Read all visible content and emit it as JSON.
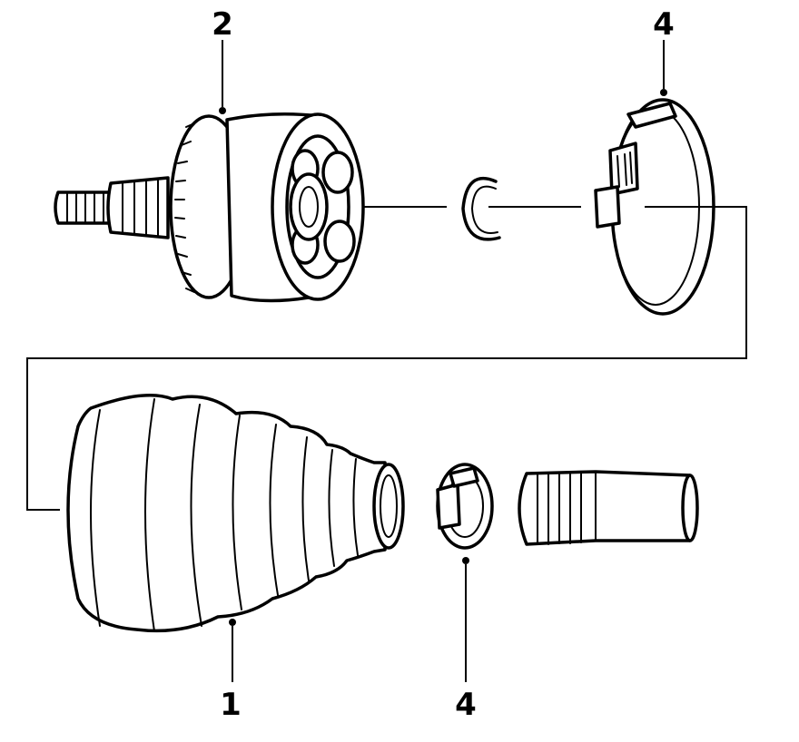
{
  "callouts": {
    "top_left": "2",
    "top_right": "4",
    "bottom_left": "1",
    "bottom_right": "4"
  },
  "parts": [
    {
      "icon": "cv-joint-outer-icon",
      "callout": "2"
    },
    {
      "icon": "circlip-icon"
    },
    {
      "icon": "large-boot-clamp-icon",
      "callout": "4"
    },
    {
      "icon": "cv-boot-icon",
      "callout": "1"
    },
    {
      "icon": "small-boot-clamp-icon",
      "callout": "4"
    },
    {
      "icon": "drive-shaft-icon"
    }
  ],
  "colors": {
    "ink": "#000000",
    "paper": "#ffffff"
  }
}
